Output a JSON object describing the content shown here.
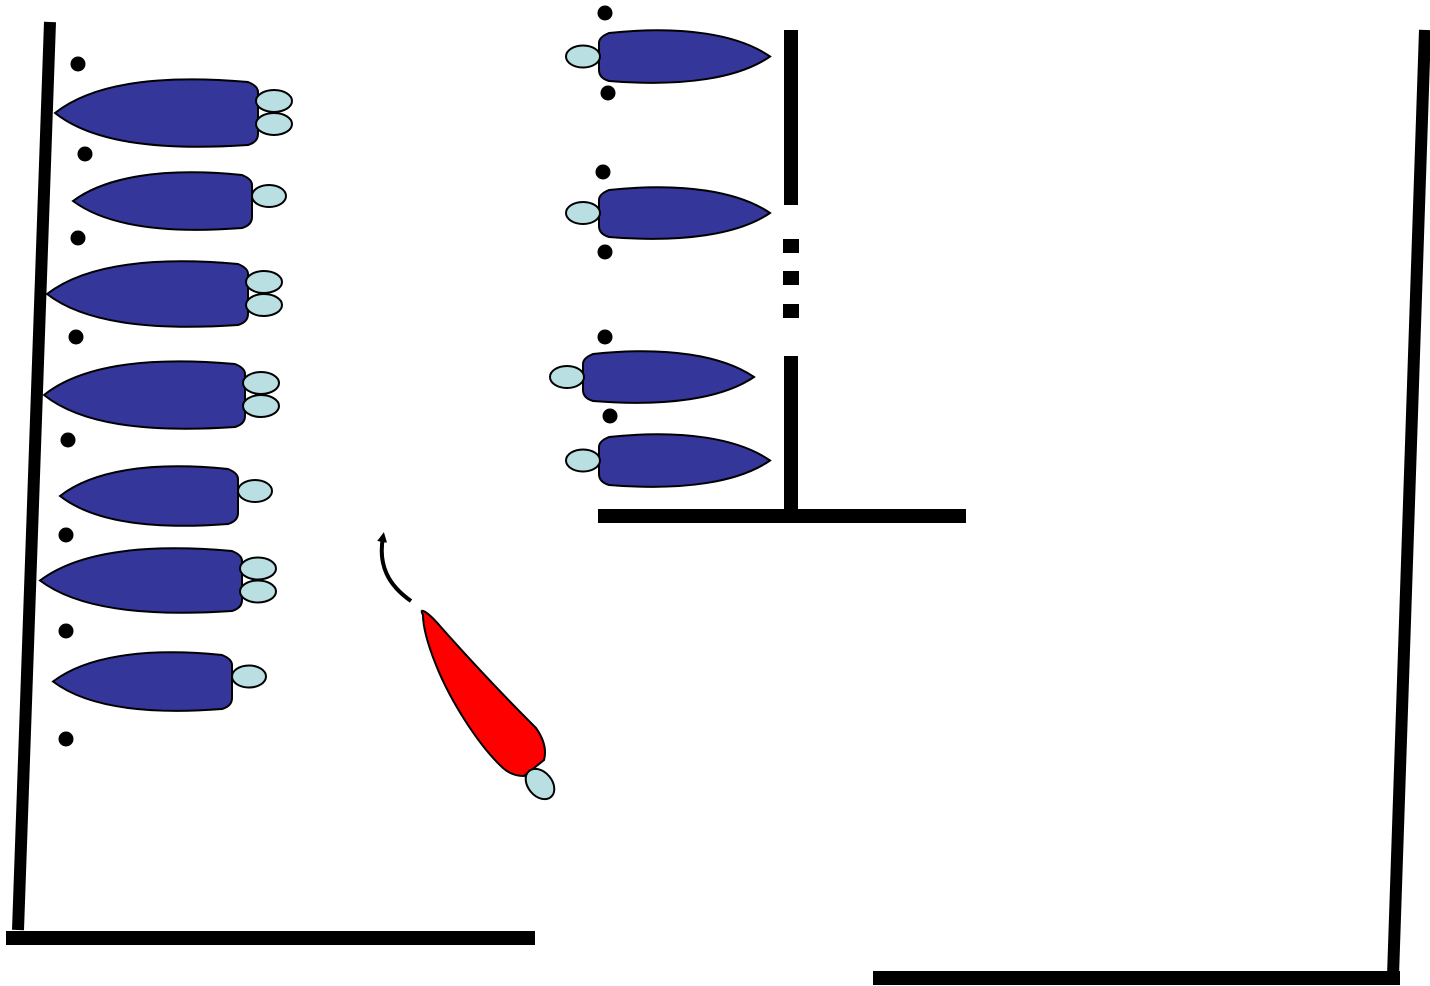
{
  "colors": {
    "background": "#ffffff",
    "walls": "#000000",
    "queued_body": "#35369a",
    "head": "#b9dfe3",
    "moving_body": "#ff0000",
    "outline": "#000000",
    "dots": "#000000"
  },
  "wall_icons": [
    "left-wall",
    "left-floor",
    "middle-wall",
    "middle-floor",
    "right-wall",
    "right-floor"
  ],
  "left_column": [
    {
      "heads": 2
    },
    {
      "heads": 1
    },
    {
      "heads": 2
    },
    {
      "heads": 2
    },
    {
      "heads": 1
    },
    {
      "heads": 2
    },
    {
      "heads": 1
    }
  ],
  "middle_column": [
    {
      "heads": 1
    },
    {
      "heads": 1
    },
    {
      "heads": 1
    },
    {
      "heads": 1
    }
  ],
  "moving_shape": {
    "heads": 1,
    "direction": "curved-arrow"
  }
}
